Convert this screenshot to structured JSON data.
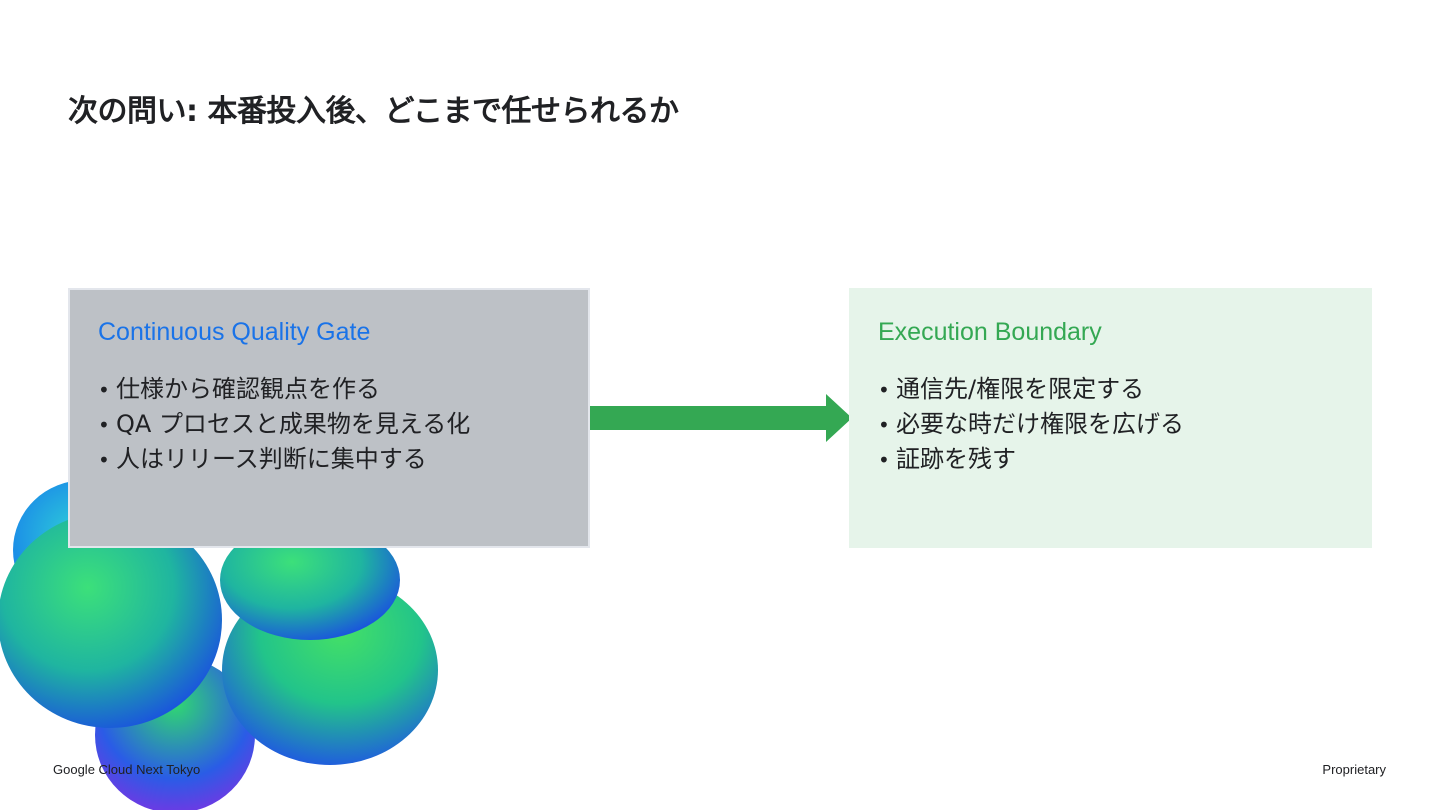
{
  "title": "次の問い: 本番投入後、どこまで任せられるか",
  "left_box": {
    "heading": "Continuous Quality Gate",
    "items": [
      "仕様から確認観点を作る",
      "QA プロセスと成果物を見える化",
      "人はリリース判断に集中する"
    ]
  },
  "right_box": {
    "heading": "Execution Boundary",
    "items": [
      "通信先/権限を限定する",
      "必要な時だけ権限を広げる",
      "証跡を残す"
    ]
  },
  "bullet_glyph": "•",
  "footer": {
    "left": "Google Cloud Next Tokyo",
    "right": "Proprietary"
  },
  "colors": {
    "left_heading": "#1a73e8",
    "right_heading": "#34a853",
    "left_box_bg": "#bdc1c6",
    "right_box_bg": "#e6f4ea",
    "arrow": "#34a853"
  },
  "icons": {
    "arrow": "right-arrow-icon",
    "decoration": "gradient-blob-graphic"
  }
}
